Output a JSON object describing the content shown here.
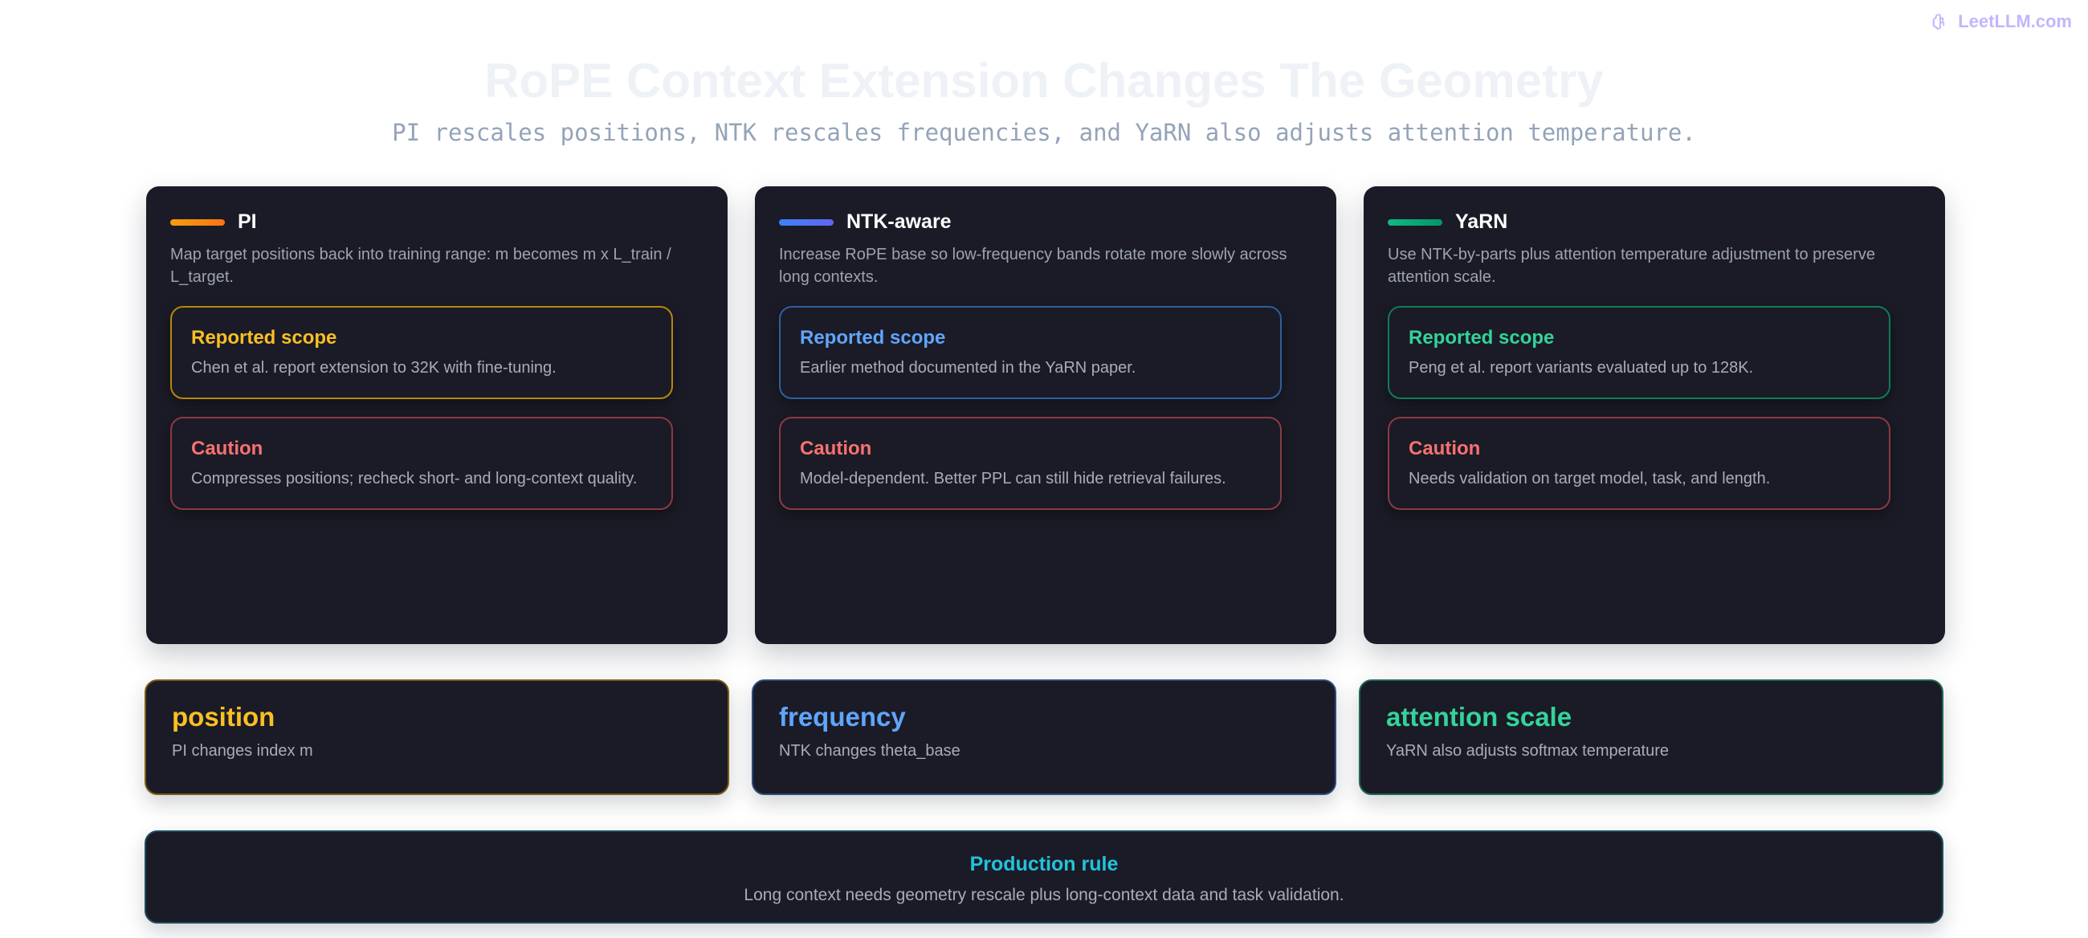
{
  "brand": {
    "name": "LeetLLM.com",
    "icon": "brain-icon",
    "color": "#c4b5fd"
  },
  "header": {
    "title": "RoPE Context Extension Changes The Geometry",
    "subtitle": "PI rescales positions, NTK rescales frequencies, and YaRN also adjusts attention temperature."
  },
  "cards": [
    {
      "title": "PI",
      "accent": "#f59e0b",
      "description": "Map target positions back into training range: m becomes m x L_train / L_target.",
      "scope": {
        "title": "Reported scope",
        "text": "Chen et al. report extension to 32K with fine-tuning."
      },
      "caution": {
        "title": "Caution",
        "text": "Compresses positions; recheck short- and long-context quality."
      }
    },
    {
      "title": "NTK-aware",
      "accent": "#3b82f6",
      "description": "Increase RoPE base so low-frequency bands rotate more slowly across long contexts.",
      "scope": {
        "title": "Reported scope",
        "text": "Earlier method documented in the YaRN paper."
      },
      "caution": {
        "title": "Caution",
        "text": "Model-dependent. Better PPL can still hide retrieval failures."
      }
    },
    {
      "title": "YaRN",
      "accent": "#10b981",
      "description": "Use NTK-by-parts plus attention temperature adjustment to preserve attention scale.",
      "scope": {
        "title": "Reported scope",
        "text": "Peng et al. report variants evaluated up to 128K."
      },
      "caution": {
        "title": "Caution",
        "text": "Needs validation on target model, task, and length."
      }
    }
  ],
  "strips": [
    {
      "title": "position",
      "text": "PI changes index m",
      "color": "#fbbf24",
      "border": "#7a5a14"
    },
    {
      "title": "frequency",
      "text": "NTK changes theta_base",
      "color": "#60a5fa",
      "border": "#2b4a7a"
    },
    {
      "title": "attention scale",
      "text": "YaRN also adjusts softmax temperature",
      "color": "#34d399",
      "border": "#1f6650"
    }
  ],
  "rule": {
    "title": "Production rule",
    "text": "Long context needs geometry rescale plus long-context data and task validation."
  },
  "colors": {
    "card_bg": "#1a1b26",
    "pi_box": "#b8860b",
    "ntk_box": "#2f5f9f",
    "yarn_box": "#117a5a",
    "caution_box": "#8b3a44",
    "caution_text": "#f87171",
    "rule_text": "#22c3dc"
  }
}
